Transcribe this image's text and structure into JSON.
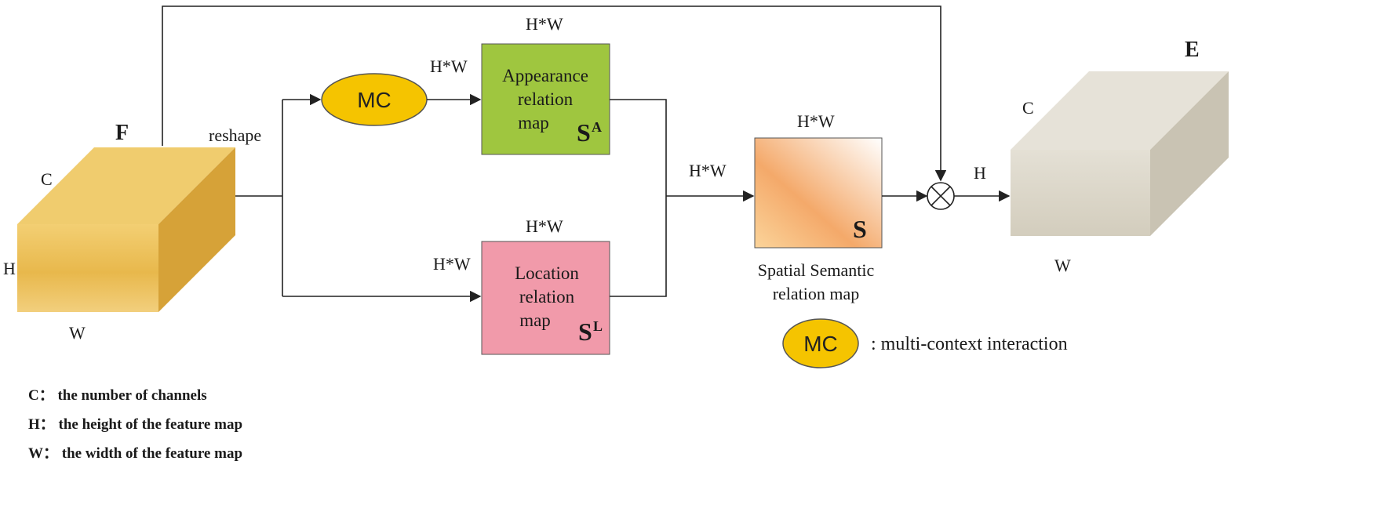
{
  "nodes": {
    "input": {
      "symbol": "F",
      "dims": {
        "c": "C",
        "h": "H",
        "w": "W"
      },
      "colors": {
        "front": "#e9b84a",
        "top": "#f0cc6e",
        "side": "#d6a238"
      }
    },
    "output": {
      "symbol": "E",
      "dims": {
        "c": "C",
        "h": "H",
        "w": "W"
      },
      "colors": {
        "front": "#d9d4c6",
        "top": "#e6e2d8",
        "side": "#c9c3b3"
      }
    },
    "mc": {
      "label": "MC",
      "color": "#f5c400"
    },
    "appearance": {
      "line1": "Appearance",
      "line2": "relation",
      "line3": "map",
      "symbol": "S",
      "sup": "A",
      "color": "#9fc63f",
      "dim_top": "H*W",
      "dim_left": "H*W"
    },
    "location": {
      "line1": "Location",
      "line2": "relation",
      "line3": "map",
      "symbol": "S",
      "sup": "L",
      "color": "#f19aaa",
      "dim_top": "H*W",
      "dim_left": "H*W"
    },
    "spatial": {
      "symbol": "S",
      "dim_top": "H*W",
      "dim_left": "H*W",
      "caption1": "Spatial Semantic",
      "caption2": "relation map",
      "colors": [
        "#f4a96a",
        "#fbd49a",
        "#ffffff"
      ]
    },
    "multiply": {
      "label": "⊗"
    }
  },
  "edges": {
    "reshape": "reshape",
    "mc_out": "H*W",
    "to_output": "H"
  },
  "legend": {
    "mc_label": "MC",
    "mc_desc": ": multi-context interaction",
    "items": [
      "C：  the number of channels",
      "H：  the height of the feature map",
      "W：  the width of the feature map"
    ]
  }
}
